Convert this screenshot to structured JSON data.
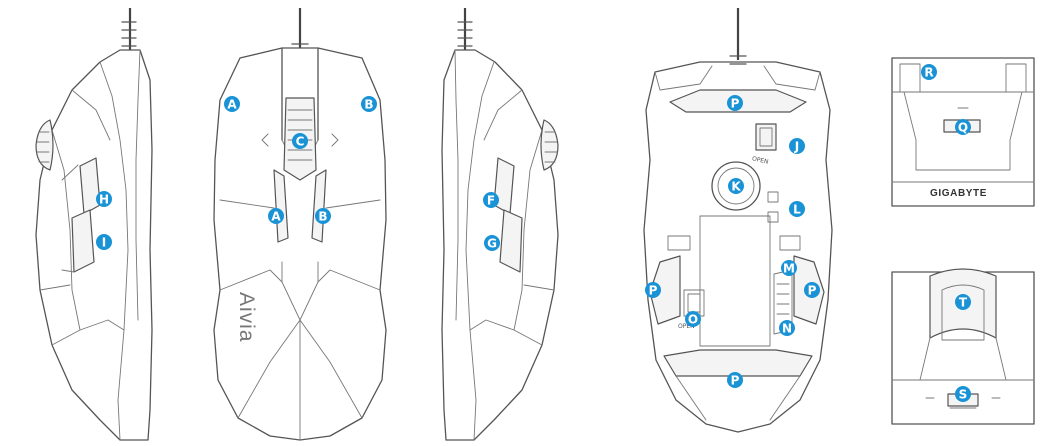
{
  "logo_text": "Aivia",
  "brand_text": "GIGABYTE",
  "open_text": "OPEN",
  "badge_color": "#1a93d6",
  "callouts": {
    "left_side": [
      "H",
      "I"
    ],
    "top": [
      "A",
      "B",
      "C",
      "A",
      "B"
    ],
    "right_side": [
      "F",
      "G"
    ],
    "bottom": [
      "P",
      "J",
      "K",
      "L",
      "P",
      "M",
      "P",
      "N",
      "O",
      "P"
    ],
    "dock_top": [
      "R",
      "Q"
    ],
    "dock_front": [
      "T",
      "S"
    ]
  }
}
